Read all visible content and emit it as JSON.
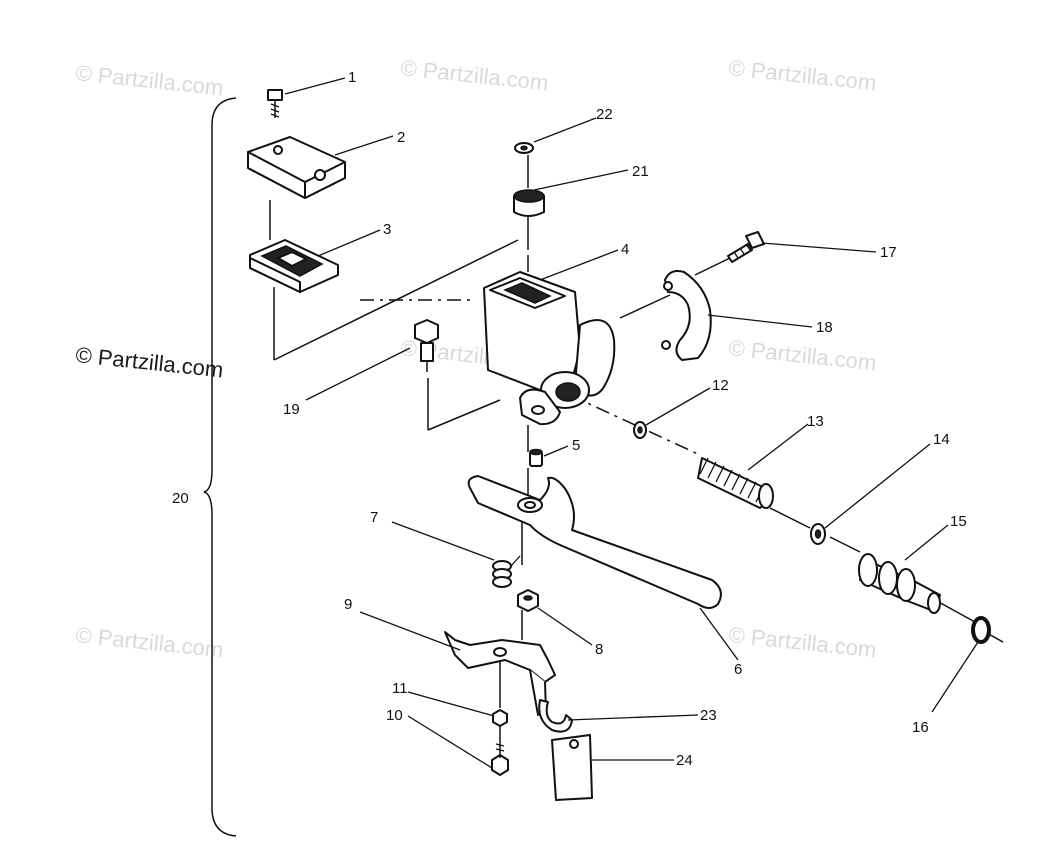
{
  "watermarks": [
    "© Partzilla.com",
    "© Partzilla.com",
    "© Partzilla.com",
    "© Partzilla.com",
    "© Partzilla.com",
    "© Partzilla.com",
    "© Partzilla.com",
    "© Partzilla.com"
  ],
  "callouts": [
    "1",
    "2",
    "3",
    "4",
    "5",
    "6",
    "7",
    "8",
    "9",
    "10",
    "11",
    "12",
    "13",
    "14",
    "15",
    "16",
    "17",
    "18",
    "19",
    "20",
    "21",
    "22",
    "23",
    "24"
  ]
}
